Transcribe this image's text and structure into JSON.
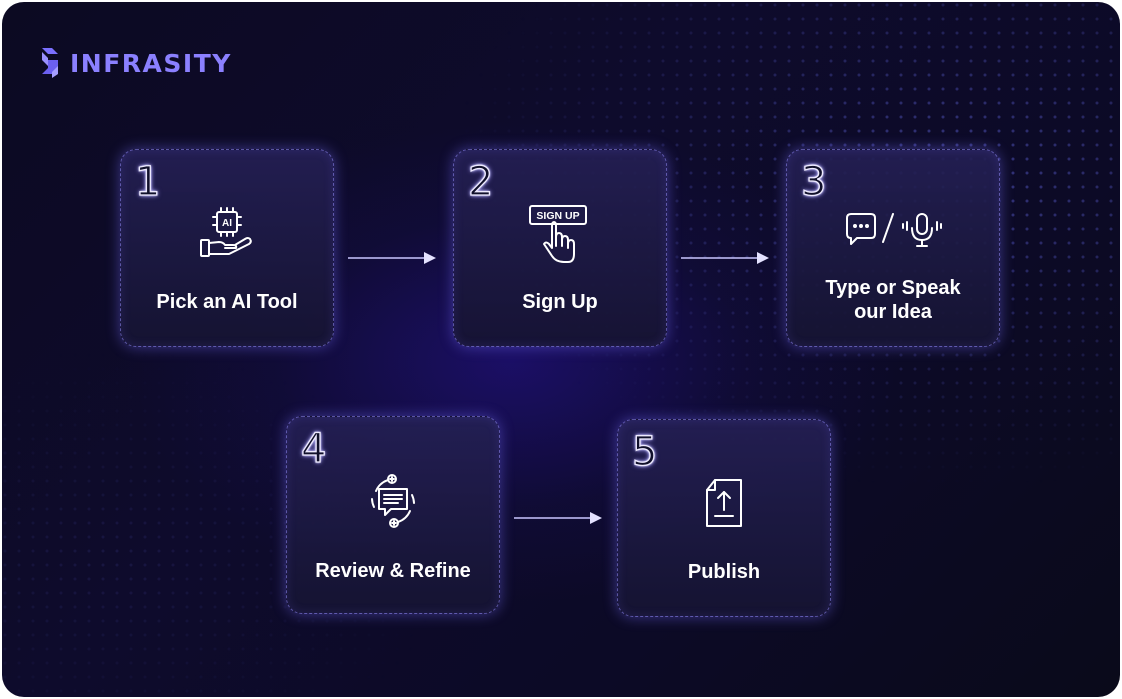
{
  "brand": {
    "name": "INFRASITY",
    "logo_color": "#8b80ff"
  },
  "steps": [
    {
      "number": "1",
      "label": "Pick an AI Tool",
      "icon": "ai-hand-icon",
      "icon_text": "AI"
    },
    {
      "number": "2",
      "label": "Sign Up",
      "icon": "sign-up-click-icon",
      "icon_text": "SIGN UP"
    },
    {
      "number": "3",
      "label": "Type or Speak our Idea",
      "icon": "chat-or-voice-icon"
    },
    {
      "number": "4",
      "label": "Review & Refine",
      "icon": "review-cycle-icon"
    },
    {
      "number": "5",
      "label": "Publish",
      "icon": "upload-document-icon"
    }
  ],
  "colors": {
    "background": "#0d0b28",
    "card_border": "#968cff",
    "text": "#ffffff",
    "arrow": "#c9c6ff"
  }
}
